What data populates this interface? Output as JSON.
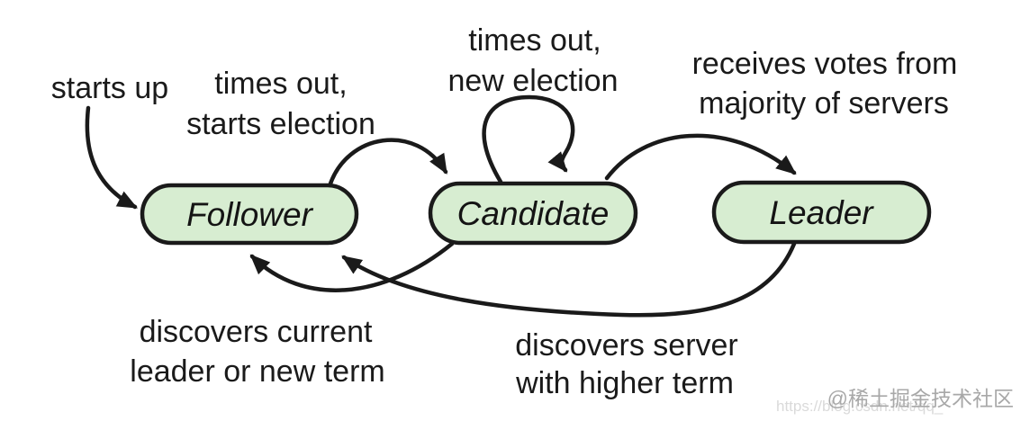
{
  "colors": {
    "node_fill": "#d7edd1",
    "node_stroke": "#1a1a1a",
    "arrow": "#1a1a1a",
    "label_text": "#1a1a1a",
    "watermark_gray": "#a8a8a8",
    "watermark_faint": "#dadada"
  },
  "nodes": [
    {
      "id": "follower",
      "label": "Follower"
    },
    {
      "id": "candidate",
      "label": "Candidate"
    },
    {
      "id": "leader",
      "label": "Leader"
    }
  ],
  "edges": [
    {
      "id": "start-to-follower",
      "from": "start",
      "to": "follower",
      "label": "starts up",
      "lines": [
        "starts up"
      ]
    },
    {
      "id": "follower-to-candidate",
      "from": "follower",
      "to": "candidate",
      "label": "times out, starts election",
      "lines": [
        "times out,",
        "starts election"
      ]
    },
    {
      "id": "candidate-self-loop",
      "from": "candidate",
      "to": "candidate",
      "label": "times out, new election",
      "lines": [
        "times out,",
        "new election"
      ]
    },
    {
      "id": "candidate-to-leader",
      "from": "candidate",
      "to": "leader",
      "label": "receives votes from majority of servers",
      "lines": [
        "receives votes from",
        "majority of servers"
      ]
    },
    {
      "id": "candidate-to-follower",
      "from": "candidate",
      "to": "follower",
      "label": "discovers current leader or new term",
      "lines": [
        "discovers current",
        "leader or new term"
      ]
    },
    {
      "id": "leader-to-follower",
      "from": "leader",
      "to": "follower",
      "label": "discovers server with higher term",
      "lines": [
        "discovers server",
        "with higher term"
      ]
    }
  ],
  "watermark": {
    "community_tag": "@稀土掘金技术社区",
    "url_text": "https://blog.csdn.net/qq_"
  }
}
